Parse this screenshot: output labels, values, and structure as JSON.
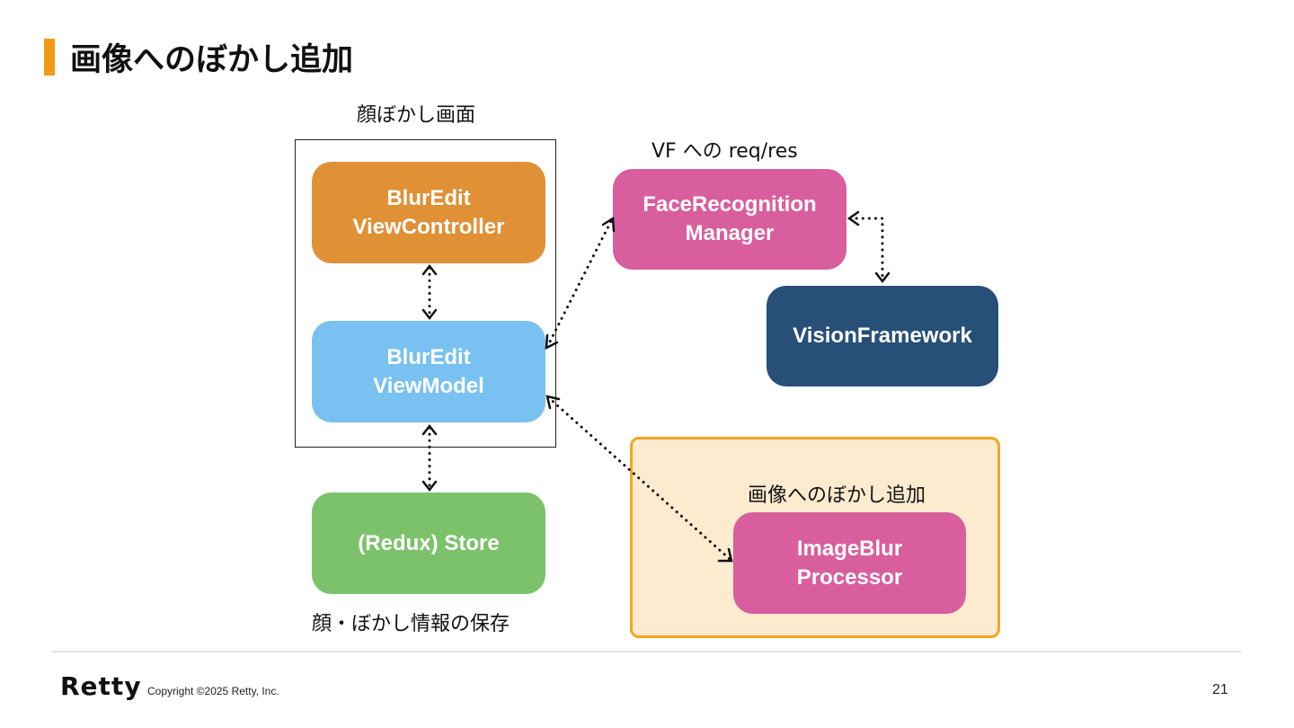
{
  "title": "画像へのぼかし追加",
  "labels": {
    "screen": "顔ぼかし画面",
    "vf": "VF への req/res",
    "blur": "画像へのぼかし追加",
    "store": "顔・ぼかし情報の保存"
  },
  "nodes": {
    "vc": {
      "line1": "BlurEdit",
      "line2": "ViewController",
      "color": "#e09035"
    },
    "vm": {
      "line1": "BlurEdit",
      "line2": "ViewModel",
      "color": "#78c1f0"
    },
    "store": {
      "line1": "(Redux) Store",
      "color": "#7cc26b"
    },
    "frm": {
      "line1": "FaceRecognition",
      "line2": "Manager",
      "color": "#d95e9e"
    },
    "vision": {
      "line1": "VisionFramework",
      "color": "#274f78"
    },
    "ibp": {
      "line1": "ImageBlur",
      "line2": "Processor",
      "color": "#d95e9e"
    }
  },
  "colors": {
    "accent": "#f39a12",
    "blur_area_fill": "#fdebd0",
    "blur_area_border": "#f5a623"
  },
  "footer": {
    "logo": "Retty",
    "copyright": "Copyright ©2025 Retty, Inc.",
    "page": "21"
  }
}
